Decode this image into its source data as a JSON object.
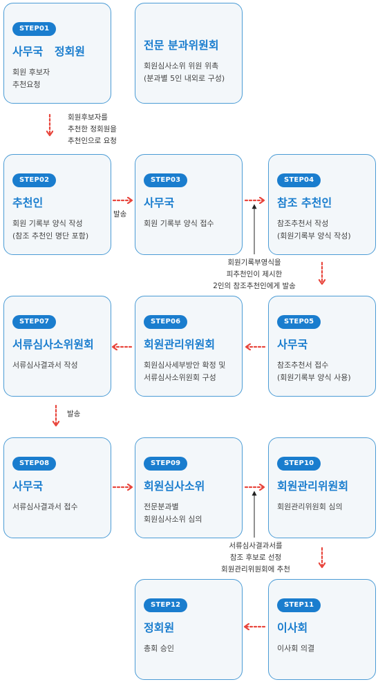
{
  "steps": [
    {
      "badge": "STEP01",
      "title": "사무국   정회원",
      "desc": "회원 후보자\n추천요청"
    },
    {
      "title": "전문 분과위원회",
      "desc": "회원심사소위 위원 위촉\n(분과별 5인 내외로 구성)"
    },
    {
      "badge": "STEP02",
      "title": "추천인",
      "desc": "회원 기록부 양식 작성\n(참조 추천인 명단 포함)"
    },
    {
      "badge": "STEP03",
      "title": "사무국",
      "desc": "회원 기록부 양식 접수"
    },
    {
      "badge": "STEP04",
      "title": "참조 추천인",
      "desc": "참조추천서 작성\n(회원기록부 양식 작성)"
    },
    {
      "badge": "STEP05",
      "title": "사무국",
      "desc": "참조추천서 접수\n(회원기록부 양식 사용)"
    },
    {
      "badge": "STEP06",
      "title": "회원관리위원회",
      "desc": "회원심사세부방안 확정 및\n서류심사소위원회 구성"
    },
    {
      "badge": "STEP07",
      "title": "서류심사소위원회",
      "desc": "서류심사결과서 작성"
    },
    {
      "badge": "STEP08",
      "title": "사무국",
      "desc": "서류심사결과서 접수"
    },
    {
      "badge": "STEP09",
      "title": "회원심사소위",
      "desc": "전문분과별\n회원심사소위 심의"
    },
    {
      "badge": "STEP10",
      "title": "회원관리위원회",
      "desc": "회원관리위원회 심의"
    },
    {
      "badge": "STEP11",
      "title": "이사회",
      "desc": "이사회 의결"
    },
    {
      "badge": "STEP12",
      "title": "정회원",
      "desc": "총회 승인"
    }
  ],
  "notes": {
    "n1": "회원후보자를\n추천한 정회원을\n추천인으로 요청",
    "n2": "발송",
    "n3": "회원기록부영식을\n피추천인이 제시한\n2인의 참조추천인에게 발송",
    "n4": "발송",
    "n5": "서류심사결과서를\n참조 후보로 선정\n회원관리위원회에 추천"
  },
  "colors": {
    "accent": "#1a7dce",
    "border": "#4a9bd5",
    "arrow": "#e8453c",
    "box_bg": "#f3f7fa"
  }
}
